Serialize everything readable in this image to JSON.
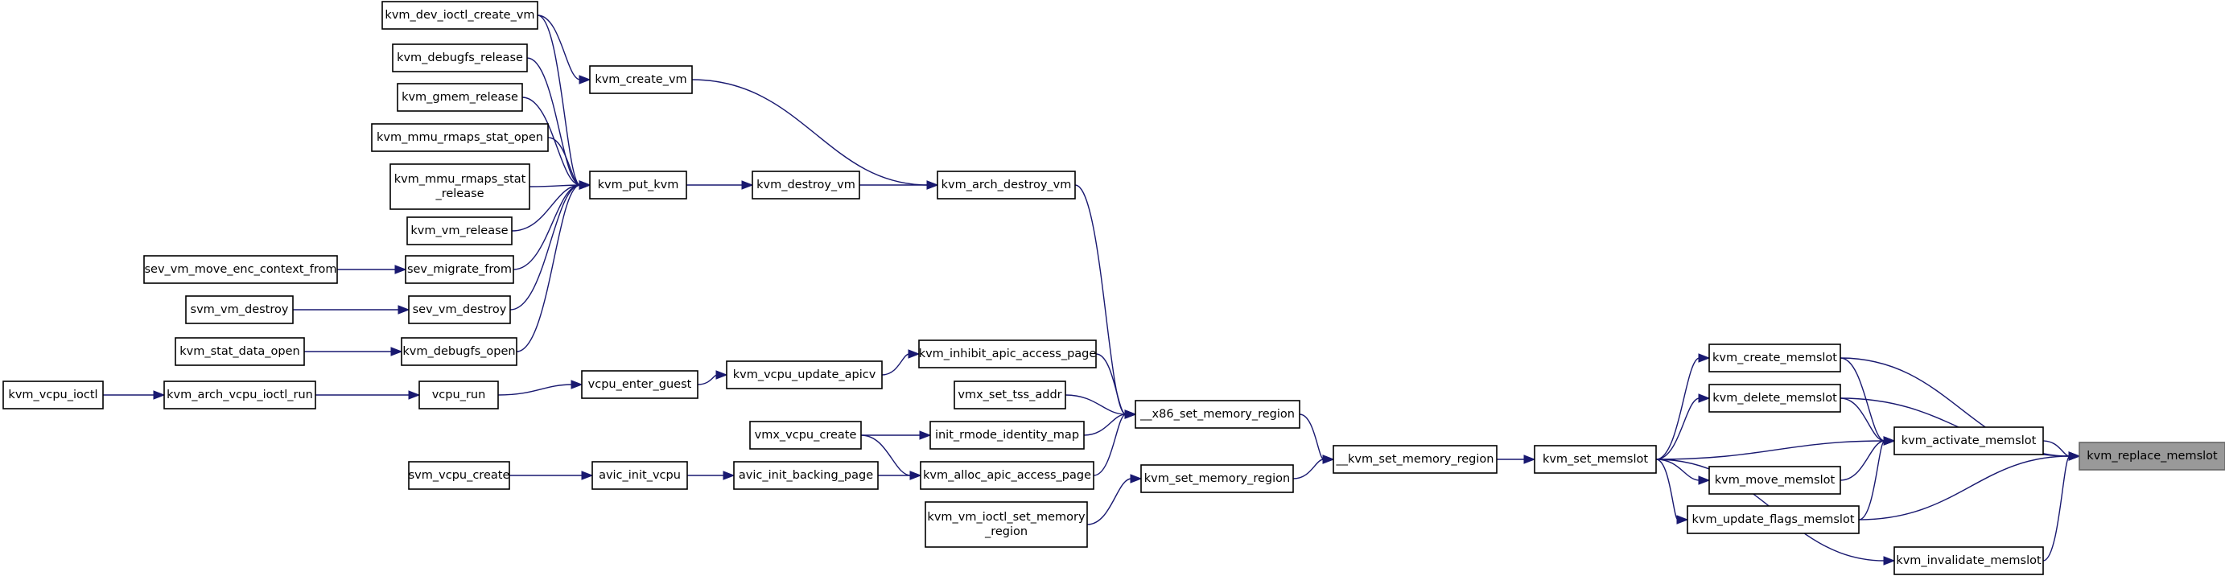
{
  "graph": {
    "focus": "kvm_replace_memslot",
    "colors": {
      "edge": "#191970",
      "focus_fill": "#999999",
      "node_stroke": "#000000",
      "background": "#ffffff"
    },
    "nodes": [
      {
        "id": "kvm_replace_memslot",
        "label": "kvm_replace_memslot"
      },
      {
        "id": "kvm_create_memslot",
        "label": "kvm_create_memslot"
      },
      {
        "id": "kvm_delete_memslot",
        "label": "kvm_delete_memslot"
      },
      {
        "id": "kvm_activate_memslot",
        "label": "kvm_activate_memslot"
      },
      {
        "id": "kvm_move_memslot",
        "label": "kvm_move_memslot"
      },
      {
        "id": "kvm_update_flags_memslot",
        "label": "kvm_update_flags_memslot"
      },
      {
        "id": "kvm_invalidate_memslot",
        "label": "kvm_invalidate_memslot"
      },
      {
        "id": "kvm_set_memslot",
        "label": "kvm_set_memslot"
      },
      {
        "id": "__kvm_set_memory_region",
        "label": "__kvm_set_memory_region"
      },
      {
        "id": "__x86_set_memory_region",
        "label": "__x86_set_memory_region"
      },
      {
        "id": "kvm_set_memory_region",
        "label": "kvm_set_memory_region"
      },
      {
        "id": "kvm_vm_ioctl_set_memory_region",
        "label": "kvm_vm_ioctl_set_memory\n_region"
      },
      {
        "id": "kvm_arch_destroy_vm",
        "label": "kvm_arch_destroy_vm"
      },
      {
        "id": "kvm_inhibit_apic_access_page",
        "label": "kvm_inhibit_apic_access_page"
      },
      {
        "id": "vmx_set_tss_addr",
        "label": "vmx_set_tss_addr"
      },
      {
        "id": "init_rmode_identity_map",
        "label": "init_rmode_identity_map"
      },
      {
        "id": "kvm_alloc_apic_access_page",
        "label": "kvm_alloc_apic_access_page"
      },
      {
        "id": "kvm_create_vm",
        "label": "kvm_create_vm"
      },
      {
        "id": "kvm_destroy_vm",
        "label": "kvm_destroy_vm"
      },
      {
        "id": "kvm_vcpu_update_apicv",
        "label": "kvm_vcpu_update_apicv"
      },
      {
        "id": "vmx_vcpu_create",
        "label": "vmx_vcpu_create"
      },
      {
        "id": "avic_init_backing_page",
        "label": "avic_init_backing_page"
      },
      {
        "id": "kvm_dev_ioctl_create_vm",
        "label": "kvm_dev_ioctl_create_vm"
      },
      {
        "id": "kvm_put_kvm",
        "label": "kvm_put_kvm"
      },
      {
        "id": "vcpu_enter_guest",
        "label": "vcpu_enter_guest"
      },
      {
        "id": "avic_init_vcpu",
        "label": "avic_init_vcpu"
      },
      {
        "id": "kvm_debugfs_release",
        "label": "kvm_debugfs_release"
      },
      {
        "id": "kvm_gmem_release",
        "label": "kvm_gmem_release"
      },
      {
        "id": "kvm_mmu_rmaps_stat_open",
        "label": "kvm_mmu_rmaps_stat_open"
      },
      {
        "id": "kvm_mmu_rmaps_stat_release",
        "label": "kvm_mmu_rmaps_stat\n_release"
      },
      {
        "id": "kvm_vm_release",
        "label": "kvm_vm_release"
      },
      {
        "id": "sev_migrate_from",
        "label": "sev_migrate_from"
      },
      {
        "id": "sev_vm_destroy",
        "label": "sev_vm_destroy"
      },
      {
        "id": "kvm_debugfs_open",
        "label": "kvm_debugfs_open"
      },
      {
        "id": "vcpu_run",
        "label": "vcpu_run"
      },
      {
        "id": "svm_vcpu_create",
        "label": "svm_vcpu_create"
      },
      {
        "id": "sev_vm_move_enc_context_from",
        "label": "sev_vm_move_enc_context_from"
      },
      {
        "id": "svm_vm_destroy",
        "label": "svm_vm_destroy"
      },
      {
        "id": "kvm_stat_data_open",
        "label": "kvm_stat_data_open"
      },
      {
        "id": "kvm_arch_vcpu_ioctl_run",
        "label": "kvm_arch_vcpu_ioctl_run"
      },
      {
        "id": "kvm_vcpu_ioctl",
        "label": "kvm_vcpu_ioctl"
      }
    ],
    "edges": [
      [
        "kvm_create_memslot",
        "kvm_replace_memslot"
      ],
      [
        "kvm_delete_memslot",
        "kvm_replace_memslot"
      ],
      [
        "kvm_activate_memslot",
        "kvm_replace_memslot"
      ],
      [
        "kvm_update_flags_memslot",
        "kvm_replace_memslot"
      ],
      [
        "kvm_invalidate_memslot",
        "kvm_replace_memslot"
      ],
      [
        "kvm_create_memslot",
        "kvm_activate_memslot"
      ],
      [
        "kvm_delete_memslot",
        "kvm_activate_memslot"
      ],
      [
        "kvm_set_memslot",
        "kvm_activate_memslot"
      ],
      [
        "kvm_move_memslot",
        "kvm_activate_memslot"
      ],
      [
        "kvm_update_flags_memslot",
        "kvm_activate_memslot"
      ],
      [
        "kvm_set_memslot",
        "kvm_create_memslot"
      ],
      [
        "kvm_set_memslot",
        "kvm_delete_memslot"
      ],
      [
        "kvm_set_memslot",
        "kvm_move_memslot"
      ],
      [
        "kvm_set_memslot",
        "kvm_update_flags_memslot"
      ],
      [
        "kvm_set_memslot",
        "kvm_invalidate_memslot"
      ],
      [
        "__kvm_set_memory_region",
        "kvm_set_memslot"
      ],
      [
        "__x86_set_memory_region",
        "__kvm_set_memory_region"
      ],
      [
        "kvm_set_memory_region",
        "__kvm_set_memory_region"
      ],
      [
        "kvm_vm_ioctl_set_memory_region",
        "kvm_set_memory_region"
      ],
      [
        "kvm_arch_destroy_vm",
        "__x86_set_memory_region"
      ],
      [
        "kvm_inhibit_apic_access_page",
        "__x86_set_memory_region"
      ],
      [
        "vmx_set_tss_addr",
        "__x86_set_memory_region"
      ],
      [
        "init_rmode_identity_map",
        "__x86_set_memory_region"
      ],
      [
        "kvm_alloc_apic_access_page",
        "__x86_set_memory_region"
      ],
      [
        "kvm_create_vm",
        "kvm_arch_destroy_vm"
      ],
      [
        "kvm_destroy_vm",
        "kvm_arch_destroy_vm"
      ],
      [
        "kvm_put_kvm",
        "kvm_destroy_vm"
      ],
      [
        "kvm_vcpu_update_apicv",
        "kvm_inhibit_apic_access_page"
      ],
      [
        "vcpu_enter_guest",
        "kvm_vcpu_update_apicv"
      ],
      [
        "vmx_vcpu_create",
        "init_rmode_identity_map"
      ],
      [
        "vmx_vcpu_create",
        "kvm_alloc_apic_access_page"
      ],
      [
        "avic_init_backing_page",
        "kvm_alloc_apic_access_page"
      ],
      [
        "avic_init_vcpu",
        "avic_init_backing_page"
      ],
      [
        "svm_vcpu_create",
        "avic_init_vcpu"
      ],
      [
        "vcpu_run",
        "vcpu_enter_guest"
      ],
      [
        "kvm_arch_vcpu_ioctl_run",
        "vcpu_run"
      ],
      [
        "kvm_vcpu_ioctl",
        "kvm_arch_vcpu_ioctl_run"
      ],
      [
        "kvm_dev_ioctl_create_vm",
        "kvm_create_vm"
      ],
      [
        "kvm_dev_ioctl_create_vm",
        "kvm_put_kvm"
      ],
      [
        "kvm_debugfs_release",
        "kvm_put_kvm"
      ],
      [
        "kvm_gmem_release",
        "kvm_put_kvm"
      ],
      [
        "kvm_mmu_rmaps_stat_open",
        "kvm_put_kvm"
      ],
      [
        "kvm_mmu_rmaps_stat_release",
        "kvm_put_kvm"
      ],
      [
        "kvm_vm_release",
        "kvm_put_kvm"
      ],
      [
        "sev_migrate_from",
        "kvm_put_kvm"
      ],
      [
        "sev_vm_destroy",
        "kvm_put_kvm"
      ],
      [
        "kvm_debugfs_open",
        "kvm_put_kvm"
      ],
      [
        "sev_vm_move_enc_context_from",
        "sev_migrate_from"
      ],
      [
        "svm_vm_destroy",
        "sev_vm_destroy"
      ],
      [
        "kvm_stat_data_open",
        "kvm_debugfs_open"
      ]
    ]
  }
}
